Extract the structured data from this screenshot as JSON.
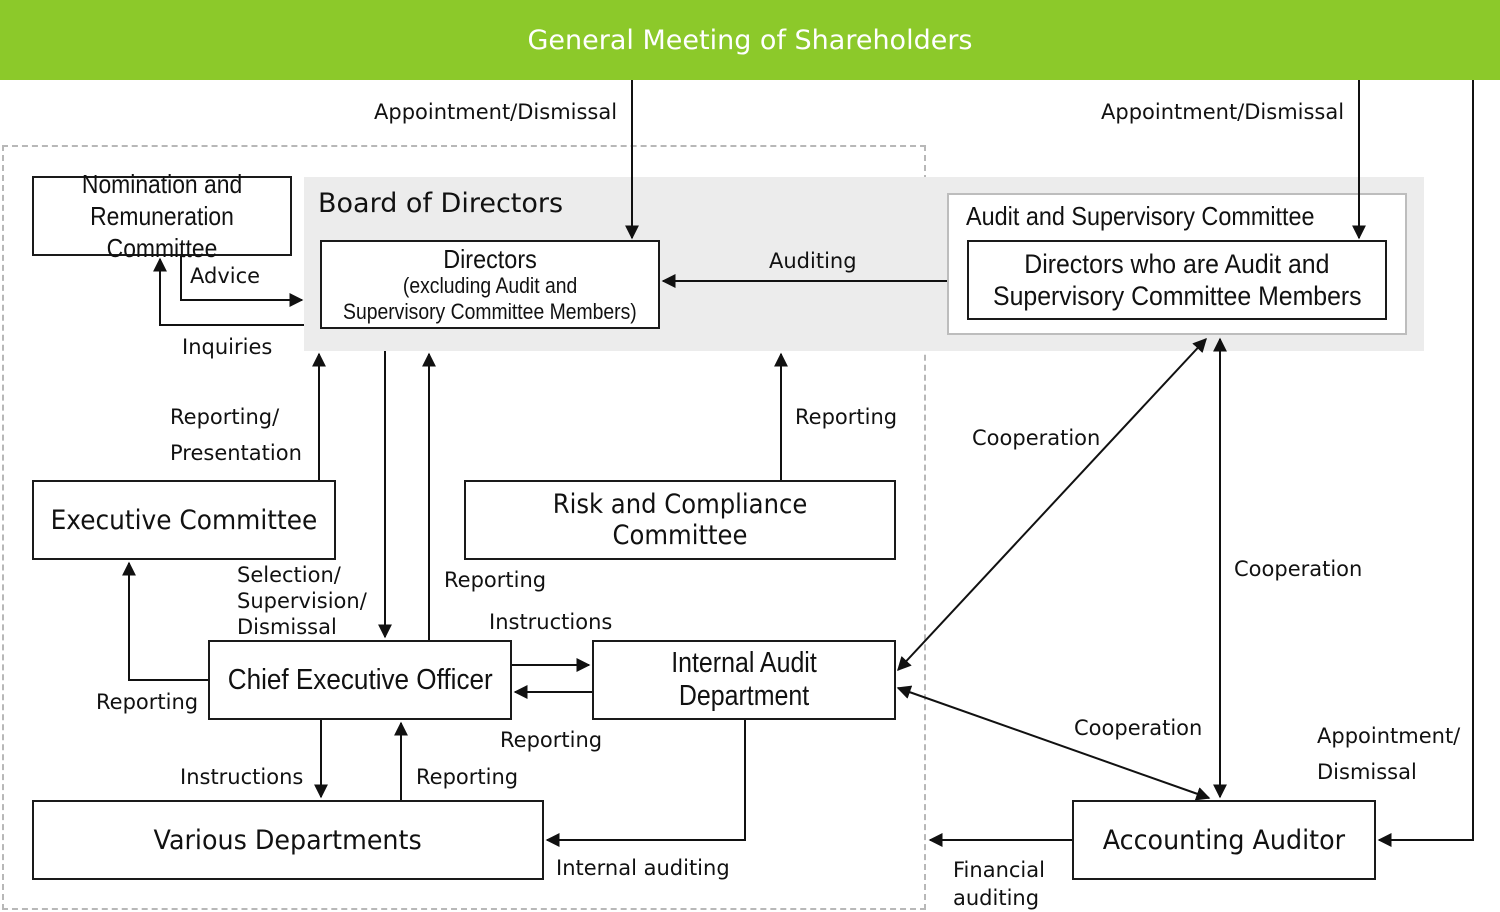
{
  "top": {
    "title": "General Meeting of Shareholders"
  },
  "board": {
    "title": "Board of Directors"
  },
  "audit_committee": {
    "title": "Audit and Supervisory Committee"
  },
  "boxes": {
    "nomination_1": "Nomination and",
    "nomination_2": "Remuneration Committee",
    "directors_1": "Directors",
    "directors_2": "(excluding Audit and",
    "directors_3": "Supervisory  Committee Members)",
    "asc_dir_1": "Directors who are Audit and",
    "asc_dir_2": "Supervisory Committee Members",
    "executive": "Executive Committee",
    "risk": "Risk and Compliance Committee",
    "ceo": "Chief Executive Officer",
    "internal_audit": "Internal Audit Department",
    "various": "Various Departments",
    "accounting": "Accounting Auditor"
  },
  "labels": {
    "appt_left": "Appointment/Dismissal",
    "appt_right": "Appointment/Dismissal",
    "auditing": "Auditing",
    "advice": "Advice",
    "inquiries": "Inquiries",
    "reporting_presentation_1": "Reporting/",
    "reporting_presentation_2": "Presentation",
    "reporting_risk": "Reporting",
    "cooperation_diag": "Cooperation",
    "cooperation_vert": "Cooperation",
    "cooperation_bottom": "Cooperation",
    "selection_1": "Selection/",
    "selection_2": "Supervision/",
    "selection_3": "Dismissal",
    "reporting_ceo_board": "Reporting",
    "instructions_ia": "Instructions",
    "reporting_ia": "Reporting",
    "reporting_exec": "Reporting",
    "instructions_depts": "Instructions",
    "reporting_depts": "Reporting",
    "internal_auditing": "Internal auditing",
    "appt_acc_1": "Appointment/",
    "appt_acc_2": "Dismissal",
    "financial_1": "Financial",
    "financial_2": "auditing"
  },
  "colors": {
    "header_bg": "#8cc92a",
    "board_bg": "#ececec",
    "dashed_border": "#b8b8b8"
  }
}
